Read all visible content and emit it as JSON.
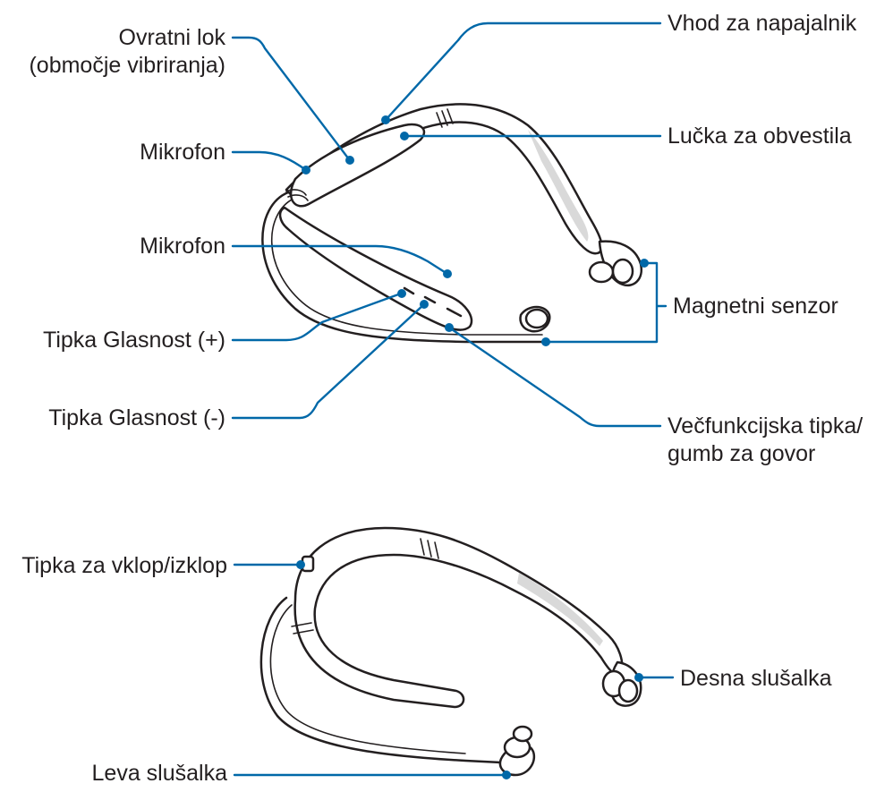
{
  "colors": {
    "leader": "#0068a8",
    "text": "#231f20",
    "outline": "#231f20",
    "shade": "#d9d9d9"
  },
  "top_view": {
    "labels": {
      "neck_band_l1": "Ovratni lok",
      "neck_band_l2": "(območje vibriranja)",
      "mic_top": "Mikrofon",
      "mic_mid": "Mikrofon",
      "vol_up": "Tipka Glasnost (+)",
      "vol_down": "Tipka Glasnost (-)",
      "charger_port": "Vhod za napajalnik",
      "notif_light": "Lučka za obvestila",
      "magnetic_sensor": "Magnetni senzor",
      "multi_key_l1": "Večfunkcijska tipka/",
      "multi_key_l2": "gumb za govor"
    }
  },
  "bottom_view": {
    "labels": {
      "power_key": "Tipka za vklop/izklop",
      "right_earbud": "Desna slušalka",
      "left_earbud": "Leva slušalka"
    }
  }
}
